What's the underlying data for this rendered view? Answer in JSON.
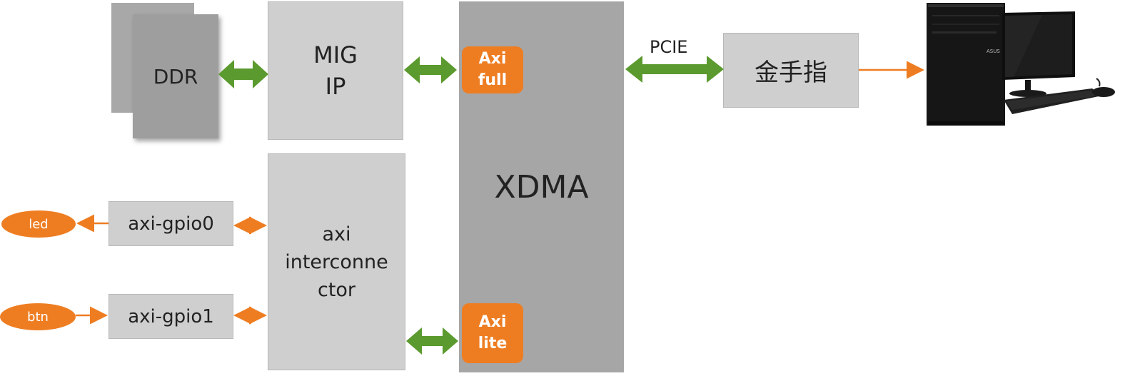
{
  "blocks": {
    "ddr": "DDR",
    "mig": "MIG\nIP",
    "xdma": "XDMA",
    "axi_full": "Axi\nfull",
    "axi_lite": "Axi\nlite",
    "interconnect": "axi\ninterconne\nctor",
    "gpio0": "axi-gpio0",
    "gpio1": "axi-gpio1",
    "gold_finger": "金手指",
    "pcie": "PCIE",
    "led": "led",
    "btn": "btn"
  },
  "colors": {
    "arrow_green": "#5b9a2e",
    "arrow_orange": "#ee7d22",
    "block_gray": "#cfcfcf",
    "xdma_gray": "#a6a6a6",
    "badge_orange": "#ee7d22"
  },
  "icons": {
    "computer": "desktop-computer-icon"
  }
}
